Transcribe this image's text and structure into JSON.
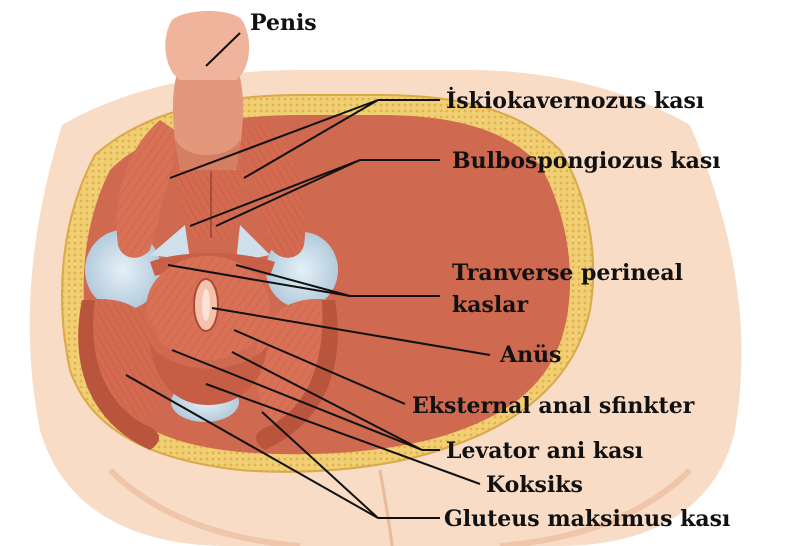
{
  "labels": {
    "penis": "Penis",
    "ischiocavernosus": "İskiokavernozus kası",
    "bulbospongiosus": "Bulbospongiozus kası",
    "transverse_line1": "Tranverse perineal",
    "transverse_line2": "kaslar",
    "anus": "Anüs",
    "external_anal_sphincter": "Eksternal anal sfinkter",
    "levator_ani": "Levator ani kası",
    "coccyx": "Koksiks",
    "gluteus_maximus": "Gluteus maksimus kası"
  },
  "colors": {
    "skin": "#f8dcc6",
    "skin_shadow": "#efc6a9",
    "fat": "#f1cf74",
    "fat_edge": "#d9a94a",
    "muscle": "#d97156",
    "muscle_dark": "#b5503a",
    "muscle_light": "#e9957b",
    "ligament": "#bfd6e6",
    "anus": "#f7c2ac",
    "line": "#111111"
  }
}
